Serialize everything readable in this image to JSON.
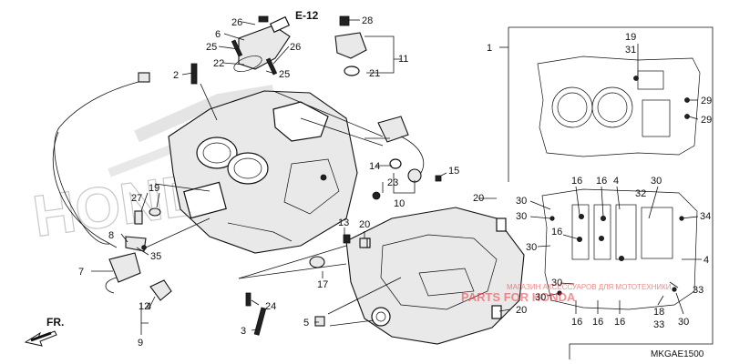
{
  "diagram": {
    "code": "MKGAE1500",
    "engine_ref": "E-12",
    "direction_label": "FR.",
    "brand_text": "HONDA",
    "watermark": {
      "text": "PARTS FOR HONDA",
      "subtext": "МАГАЗИН АКСЕССУАРОВ ДЛЯ МОТОТЕХНИКИ"
    },
    "callouts": [
      {
        "id": "c26a",
        "label": "26"
      },
      {
        "id": "c6",
        "label": "6"
      },
      {
        "id": "c25a",
        "label": "25"
      },
      {
        "id": "c26b",
        "label": "26"
      },
      {
        "id": "c22",
        "label": "22"
      },
      {
        "id": "c25b",
        "label": "25"
      },
      {
        "id": "c2",
        "label": "2"
      },
      {
        "id": "c28",
        "label": "28"
      },
      {
        "id": "c11",
        "label": "11"
      },
      {
        "id": "c21",
        "label": "21"
      },
      {
        "id": "c1",
        "label": "1"
      },
      {
        "id": "c19a",
        "label": "19"
      },
      {
        "id": "c31",
        "label": "31"
      },
      {
        "id": "c29a",
        "label": "29"
      },
      {
        "id": "c29b",
        "label": "29"
      },
      {
        "id": "c14",
        "label": "14"
      },
      {
        "id": "c23",
        "label": "23"
      },
      {
        "id": "c10",
        "label": "10"
      },
      {
        "id": "c15",
        "label": "15"
      },
      {
        "id": "c27",
        "label": "27"
      },
      {
        "id": "c19b",
        "label": "19"
      },
      {
        "id": "c8",
        "label": "8"
      },
      {
        "id": "c35",
        "label": "35"
      },
      {
        "id": "c7",
        "label": "7"
      },
      {
        "id": "c13",
        "label": "13"
      },
      {
        "id": "c20a",
        "label": "20"
      },
      {
        "id": "c20b",
        "label": "20"
      },
      {
        "id": "c17",
        "label": "17"
      },
      {
        "id": "c24",
        "label": "24"
      },
      {
        "id": "c5",
        "label": "5"
      },
      {
        "id": "c3",
        "label": "3"
      },
      {
        "id": "c12",
        "label": "12"
      },
      {
        "id": "c4a",
        "label": "4"
      },
      {
        "id": "c9",
        "label": "9"
      },
      {
        "id": "c20c",
        "label": "20"
      },
      {
        "id": "c16a",
        "label": "16"
      },
      {
        "id": "c16b",
        "label": "16"
      },
      {
        "id": "c4b",
        "label": "4"
      },
      {
        "id": "c30a",
        "label": "30"
      },
      {
        "id": "c30b",
        "label": "30"
      },
      {
        "id": "c32",
        "label": "32"
      },
      {
        "id": "c30c",
        "label": "30"
      },
      {
        "id": "c34",
        "label": "34"
      },
      {
        "id": "c16c",
        "label": "16"
      },
      {
        "id": "c30d",
        "label": "30"
      },
      {
        "id": "c4c",
        "label": "4"
      },
      {
        "id": "c30e",
        "label": "30"
      },
      {
        "id": "c33",
        "label": "33"
      },
      {
        "id": "c30f",
        "label": "30"
      },
      {
        "id": "c16d",
        "label": "16"
      },
      {
        "id": "c16e",
        "label": "16"
      },
      {
        "id": "c16f",
        "label": "16"
      },
      {
        "id": "c18",
        "label": "18"
      },
      {
        "id": "c33b",
        "label": "33"
      },
      {
        "id": "c30g",
        "label": "30"
      }
    ]
  }
}
